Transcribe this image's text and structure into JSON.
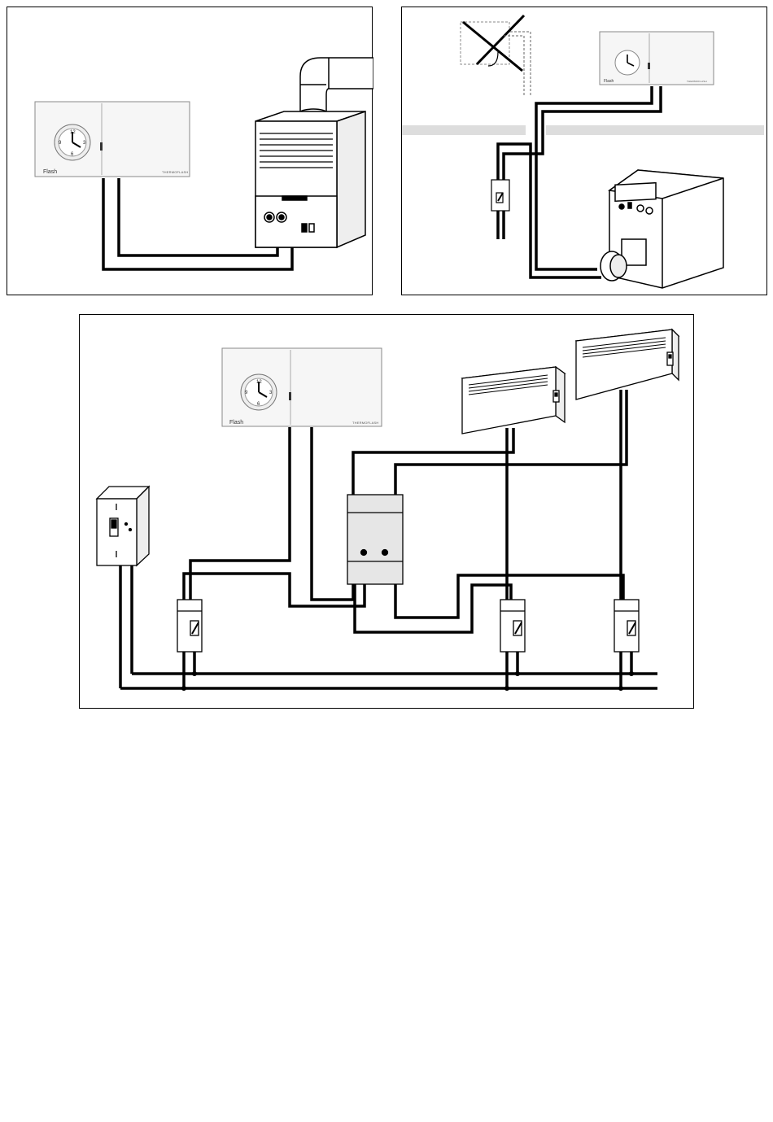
{
  "thermostat": {
    "brand": "Flash",
    "model": "THERMOFLASH",
    "dial_numbers": [
      "12",
      "3",
      "6",
      "9"
    ]
  },
  "panels": [
    {
      "id": "boiler-wiring"
    },
    {
      "id": "burner-wiring"
    },
    {
      "id": "electric-heater-wiring"
    }
  ],
  "colors": {
    "wire": "#000000",
    "device_fill": "#f6f6f6",
    "contactor_fill": "#e6e6e6",
    "wall_band": "#dddddd"
  }
}
